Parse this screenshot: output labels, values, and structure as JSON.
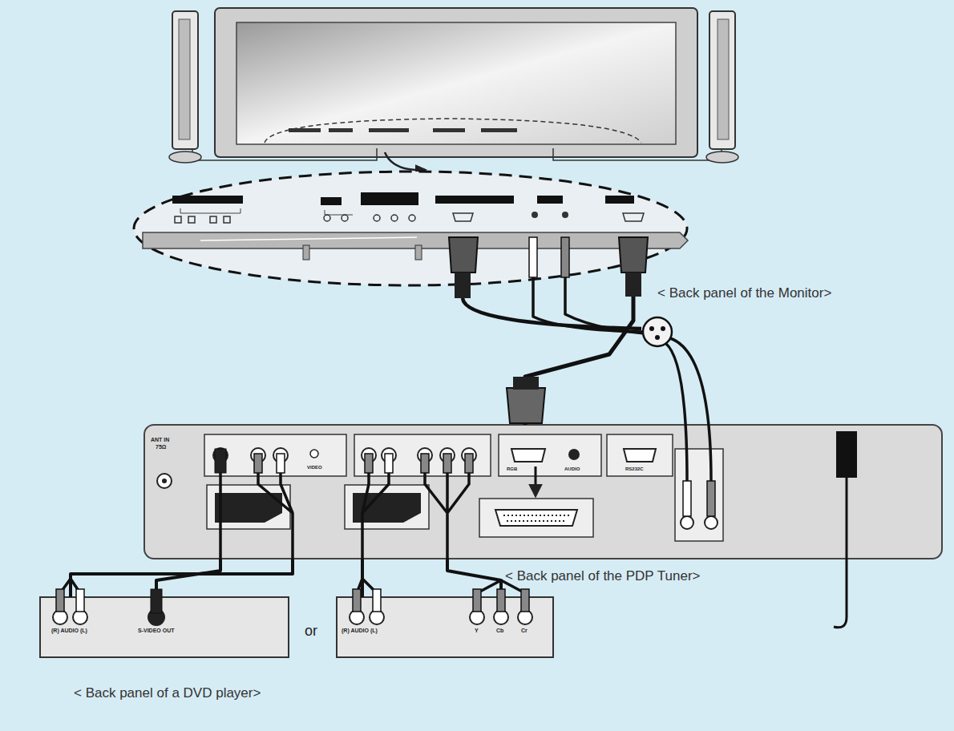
{
  "diagram": {
    "nodes": [
      {
        "text": [
          "< Back panel of the Monitor>"
        ]
      },
      {
        "text": [
          "ANT IN",
          "75Ω",
          "VIDEO",
          "RGB",
          "AUDIO",
          "RS232C",
          "< Back panel of the PDP Tuner>"
        ]
      },
      {
        "text": [
          "(R) AUDIO (L)",
          "S-VIDEO OUT"
        ]
      },
      {
        "text": [
          "(R) AUDIO (L)",
          "Y",
          "Cb",
          "Cr"
        ]
      }
    ],
    "edges": [
      {
        "from": 2,
        "to": 1,
        "arrow": "none"
      },
      {
        "from": 2,
        "to": 1,
        "arrow": "none"
      },
      {
        "from": 3,
        "to": 1,
        "arrow": "none"
      },
      {
        "from": 3,
        "to": 1,
        "arrow": "none"
      },
      {
        "from": 1,
        "to": 0,
        "arrow": "none"
      }
    ],
    "labels": [
      "< Back panel of a DVD player>",
      "or"
    ]
  }
}
